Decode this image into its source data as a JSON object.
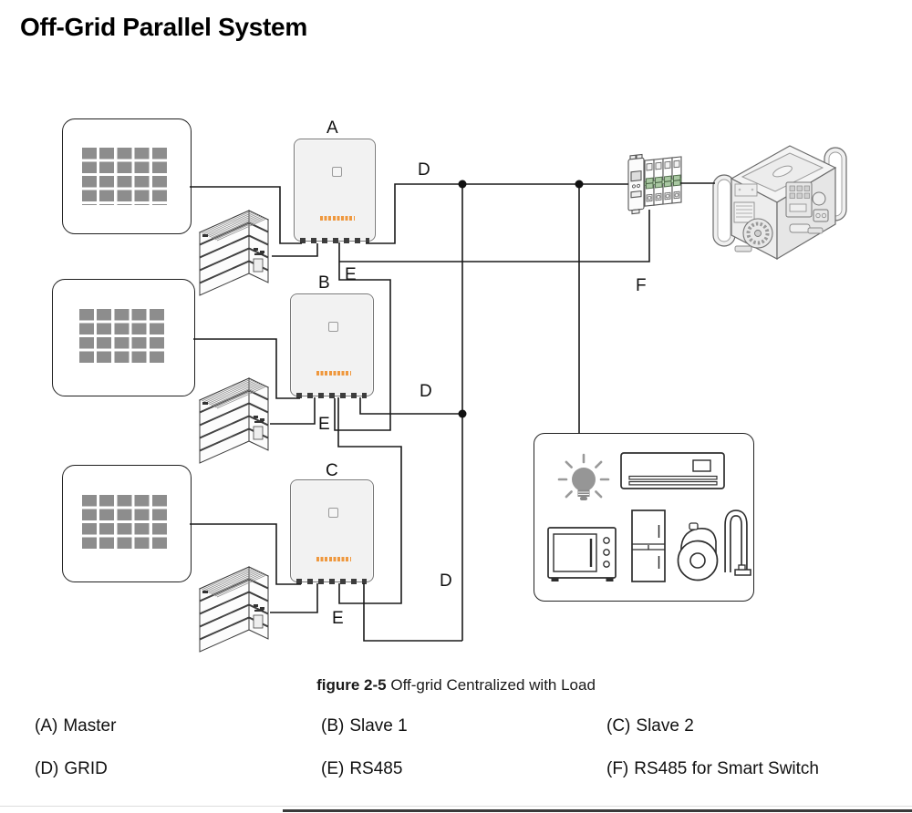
{
  "title": "Off-Grid Parallel System",
  "caption": {
    "figure_label": "figure 2-5",
    "figure_title": "Off-grid Centralized with Load"
  },
  "diagram": {
    "inverters": [
      {
        "label": "A"
      },
      {
        "label": "B"
      },
      {
        "label": "C"
      }
    ],
    "wire_labels": {
      "d": [
        "D",
        "D",
        "D"
      ],
      "e": [
        "E",
        "E",
        "E"
      ],
      "f": "F"
    },
    "icons": {
      "solar_panel": "solar-panel-icon",
      "battery": "battery-stack-icon",
      "inverter": "inverter-icon",
      "breaker": "circuit-breaker-icon",
      "generator": "generator-icon",
      "load_box": "household-loads-icon",
      "bulb": "light-bulb-icon",
      "air_conditioner": "air-conditioner-icon",
      "microwave": "microwave-icon",
      "refrigerator": "refrigerator-icon",
      "vacuum": "vacuum-cleaner-icon"
    },
    "colors": {
      "wire": "#1a1a1a",
      "panel_cell": "#8d8d8d",
      "inverter_body": "#f2f2f2",
      "brand_mark": "#ef9335",
      "breaker_toggle": "#a9c8a2",
      "bulb": "#969696"
    }
  },
  "legend": {
    "items": [
      {
        "key": "(A)",
        "label": "Master"
      },
      {
        "key": "(B)",
        "label": "Slave 1"
      },
      {
        "key": "(C)",
        "label": "Slave 2"
      },
      {
        "key": "(D)",
        "label": "GRID"
      },
      {
        "key": "(E)",
        "label": "RS485"
      },
      {
        "key": "(F)",
        "label": "RS485 for Smart Switch"
      }
    ]
  }
}
